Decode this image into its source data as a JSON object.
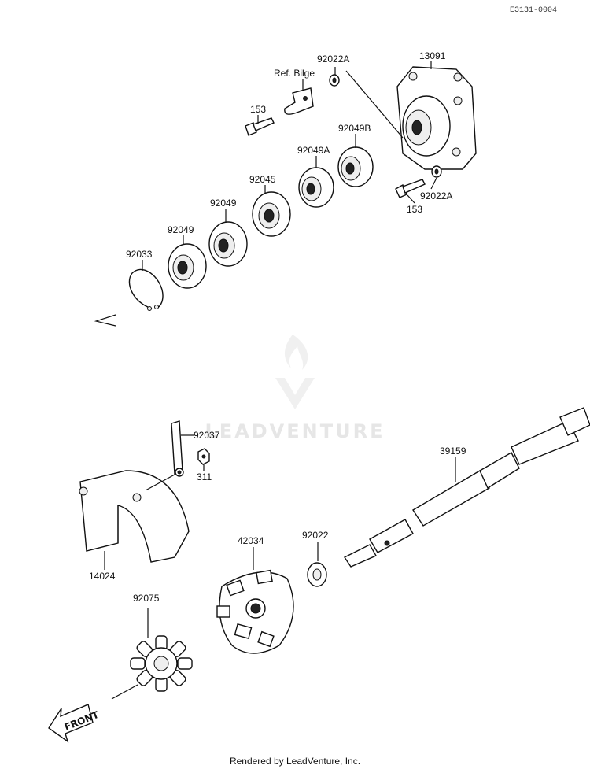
{
  "diagram": {
    "code": "E3131-0004",
    "watermark": {
      "brand": "LEADVENTURE"
    },
    "footer": "Rendered by LeadVenture, Inc.",
    "front_label": "FRONT",
    "callouts": {
      "c13091": "13091",
      "c92022A_top": "92022A",
      "ref_bilge": "Ref. Bilge",
      "c153_top": "153",
      "c92049B": "92049B",
      "c92049A": "92049A",
      "c92022A_right": "92022A",
      "c153_right": "153",
      "c92045": "92045",
      "c92049_1": "92049",
      "c92049_2": "92049",
      "c92033": "92033",
      "c92037": "92037",
      "c311": "311",
      "c39159": "39159",
      "c42034": "42034",
      "c92022": "92022",
      "c14024": "14024",
      "c92075": "92075"
    }
  }
}
